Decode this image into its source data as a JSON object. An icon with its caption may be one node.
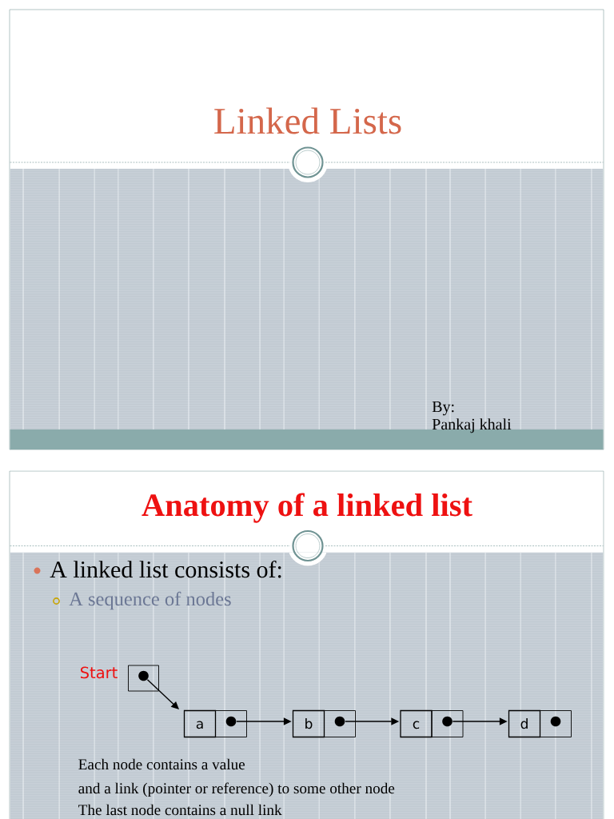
{
  "diagram": {
    "title": "Linked Lists",
    "nodes": [
      {
        "text": [],
        "shape": "box",
        "beside": [
          "Start"
        ]
      },
      {
        "text": [
          "a"
        ]
      },
      {
        "text": [
          "b"
        ]
      },
      {
        "text": [
          "c"
        ]
      },
      {
        "text": [
          "d"
        ]
      }
    ],
    "edges": [
      {
        "from": 0,
        "to": 1,
        "arrow": "to"
      },
      {
        "from": 1,
        "to": 2,
        "arrow": "to"
      },
      {
        "from": 2,
        "to": 3,
        "arrow": "to"
      },
      {
        "from": 3,
        "to": 4,
        "arrow": "to"
      }
    ],
    "labels": [
      "By:",
      "Pankaj khali",
      "Anatomy of a linked list",
      "A linked list consists of:",
      "A sequence of nodes",
      "Each node contains a value",
      "and a link (pointer or reference) to some other node",
      "The last node contains a null link"
    ]
  }
}
